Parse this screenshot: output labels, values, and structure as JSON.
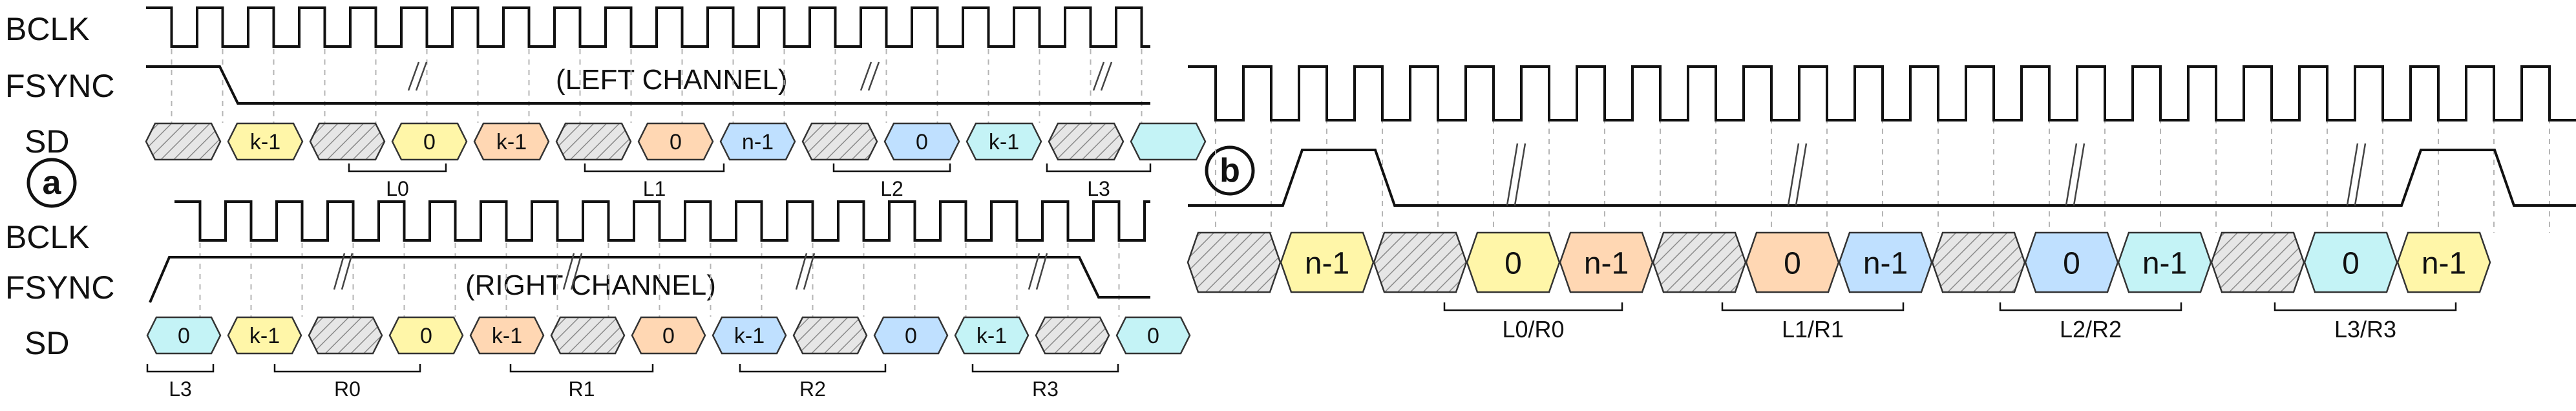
{
  "panel_a": {
    "label": "a",
    "top": {
      "signals": [
        "BCLK",
        "FSYNC",
        "SD"
      ],
      "channel_label": "(LEFT CHANNEL)",
      "cells": [
        {
          "kind": "hatch"
        },
        {
          "kind": "data",
          "text": "k-1",
          "fill": "#fff6a8"
        },
        {
          "kind": "hatch"
        },
        {
          "kind": "data",
          "text": "0",
          "fill": "#fff6a8"
        },
        {
          "kind": "data",
          "text": "k-1",
          "fill": "#ffd7b3"
        },
        {
          "kind": "hatch"
        },
        {
          "kind": "data",
          "text": "0",
          "fill": "#ffd7b3"
        },
        {
          "kind": "data",
          "text": "n-1",
          "fill": "#bfe0ff"
        },
        {
          "kind": "hatch"
        },
        {
          "kind": "data",
          "text": "0",
          "fill": "#bfe0ff"
        },
        {
          "kind": "data",
          "text": "k-1",
          "fill": "#c4f3f6"
        },
        {
          "kind": "hatch"
        },
        {
          "kind": "data",
          "text": "",
          "fill": "#c4f3f6"
        }
      ],
      "groups": [
        "L0",
        "L1",
        "L2",
        "L3"
      ]
    },
    "bottom": {
      "signals": [
        "BCLK",
        "FSYNC",
        "SD"
      ],
      "channel_label": "(RIGHT CHANNEL)",
      "cells": [
        {
          "kind": "data",
          "text": "0",
          "fill": "#c4f3f6"
        },
        {
          "kind": "data",
          "text": "k-1",
          "fill": "#fff6a8"
        },
        {
          "kind": "hatch"
        },
        {
          "kind": "data",
          "text": "0",
          "fill": "#fff6a8"
        },
        {
          "kind": "data",
          "text": "k-1",
          "fill": "#ffd7b3"
        },
        {
          "kind": "hatch"
        },
        {
          "kind": "data",
          "text": "0",
          "fill": "#ffd7b3"
        },
        {
          "kind": "data",
          "text": "k-1",
          "fill": "#bfe0ff"
        },
        {
          "kind": "hatch"
        },
        {
          "kind": "data",
          "text": "0",
          "fill": "#bfe0ff"
        },
        {
          "kind": "data",
          "text": "k-1",
          "fill": "#c4f3f6"
        },
        {
          "kind": "hatch"
        },
        {
          "kind": "data",
          "text": "0",
          "fill": "#c4f3f6"
        }
      ],
      "groups": [
        "L3",
        "R0",
        "R1",
        "R2",
        "R3"
      ]
    }
  },
  "panel_b": {
    "label": "b",
    "cells": [
      {
        "kind": "hatch"
      },
      {
        "kind": "data",
        "text": "n-1",
        "fill": "#fff6a8"
      },
      {
        "kind": "hatch"
      },
      {
        "kind": "data",
        "text": "0",
        "fill": "#fff6a8"
      },
      {
        "kind": "data",
        "text": "n-1",
        "fill": "#ffd7b3"
      },
      {
        "kind": "hatch"
      },
      {
        "kind": "data",
        "text": "0",
        "fill": "#ffd7b3"
      },
      {
        "kind": "data",
        "text": "n-1",
        "fill": "#bfe0ff"
      },
      {
        "kind": "hatch"
      },
      {
        "kind": "data",
        "text": "0",
        "fill": "#bfe0ff"
      },
      {
        "kind": "data",
        "text": "n-1",
        "fill": "#c4f3f6"
      },
      {
        "kind": "hatch"
      },
      {
        "kind": "data",
        "text": "0",
        "fill": "#c4f3f6"
      },
      {
        "kind": "data",
        "text": "n-1",
        "fill": "#fff6a8"
      }
    ],
    "groups": [
      "L0/R0",
      "L1/R1",
      "L2/R2",
      "L3/R3"
    ]
  },
  "colors": {
    "line": "#111111",
    "dashed": "#b5b5b5",
    "hatch_bg": "#e6e6e6",
    "hatch_line": "#8a8a8a"
  }
}
